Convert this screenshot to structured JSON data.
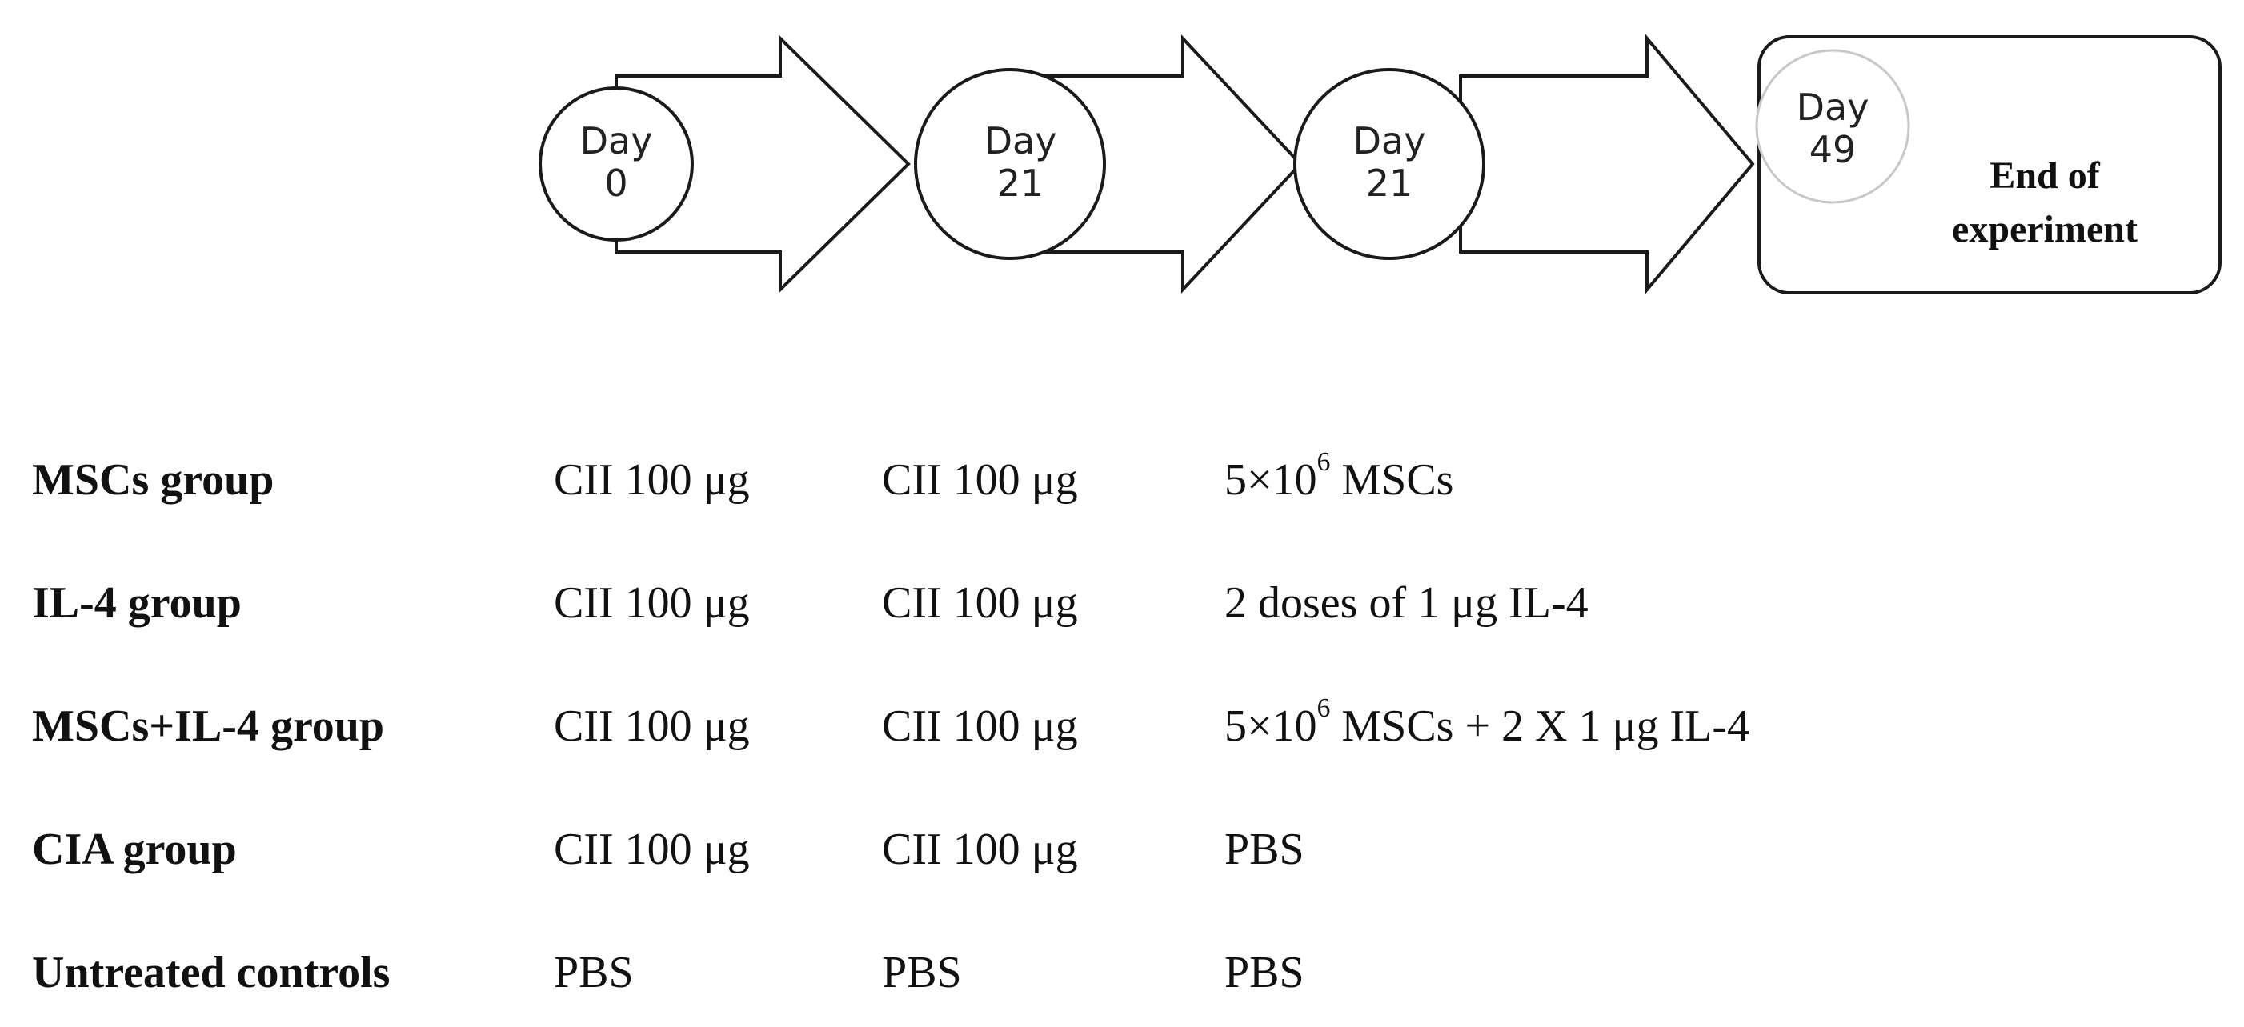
{
  "timeline": {
    "milestones": [
      {
        "day_word": "Day",
        "day_num": "0"
      },
      {
        "day_word": "Day",
        "day_num": "21"
      },
      {
        "day_word": "Day",
        "day_num": "21"
      },
      {
        "day_word": "Day",
        "day_num": "49"
      }
    ],
    "end_label_line1": "End of",
    "end_label_line2": "experiment"
  },
  "schedule": {
    "rows": [
      {
        "group": "MSCs group",
        "t1": "CII 100 μg",
        "t2": "CII 100 μg",
        "t3_pre": "5×10",
        "t3_sup": "6",
        "t3_post": " MSCs"
      },
      {
        "group": "IL-4 group",
        "t1": "CII 100 μg",
        "t2": "CII 100 μg",
        "t3_pre": "2 doses of 1 μg IL-4",
        "t3_sup": "",
        "t3_post": ""
      },
      {
        "group": "MSCs+IL-4 group",
        "t1": "CII 100 μg",
        "t2": "CII 100 μg",
        "t3_pre": "5×10",
        "t3_sup": "6",
        "t3_post": " MSCs + 2 X 1 μg IL-4"
      },
      {
        "group": "CIA group",
        "t1": "CII 100 μg",
        "t2": "CII 100 μg",
        "t3_pre": "PBS",
        "t3_sup": "",
        "t3_post": ""
      },
      {
        "group": "Untreated controls",
        "t1": "PBS",
        "t2": "PBS",
        "t3_pre": "PBS",
        "t3_sup": "",
        "t3_post": ""
      }
    ]
  },
  "colors": {
    "stroke": "#1a1a1a",
    "text": "#111111",
    "background": "#ffffff"
  }
}
